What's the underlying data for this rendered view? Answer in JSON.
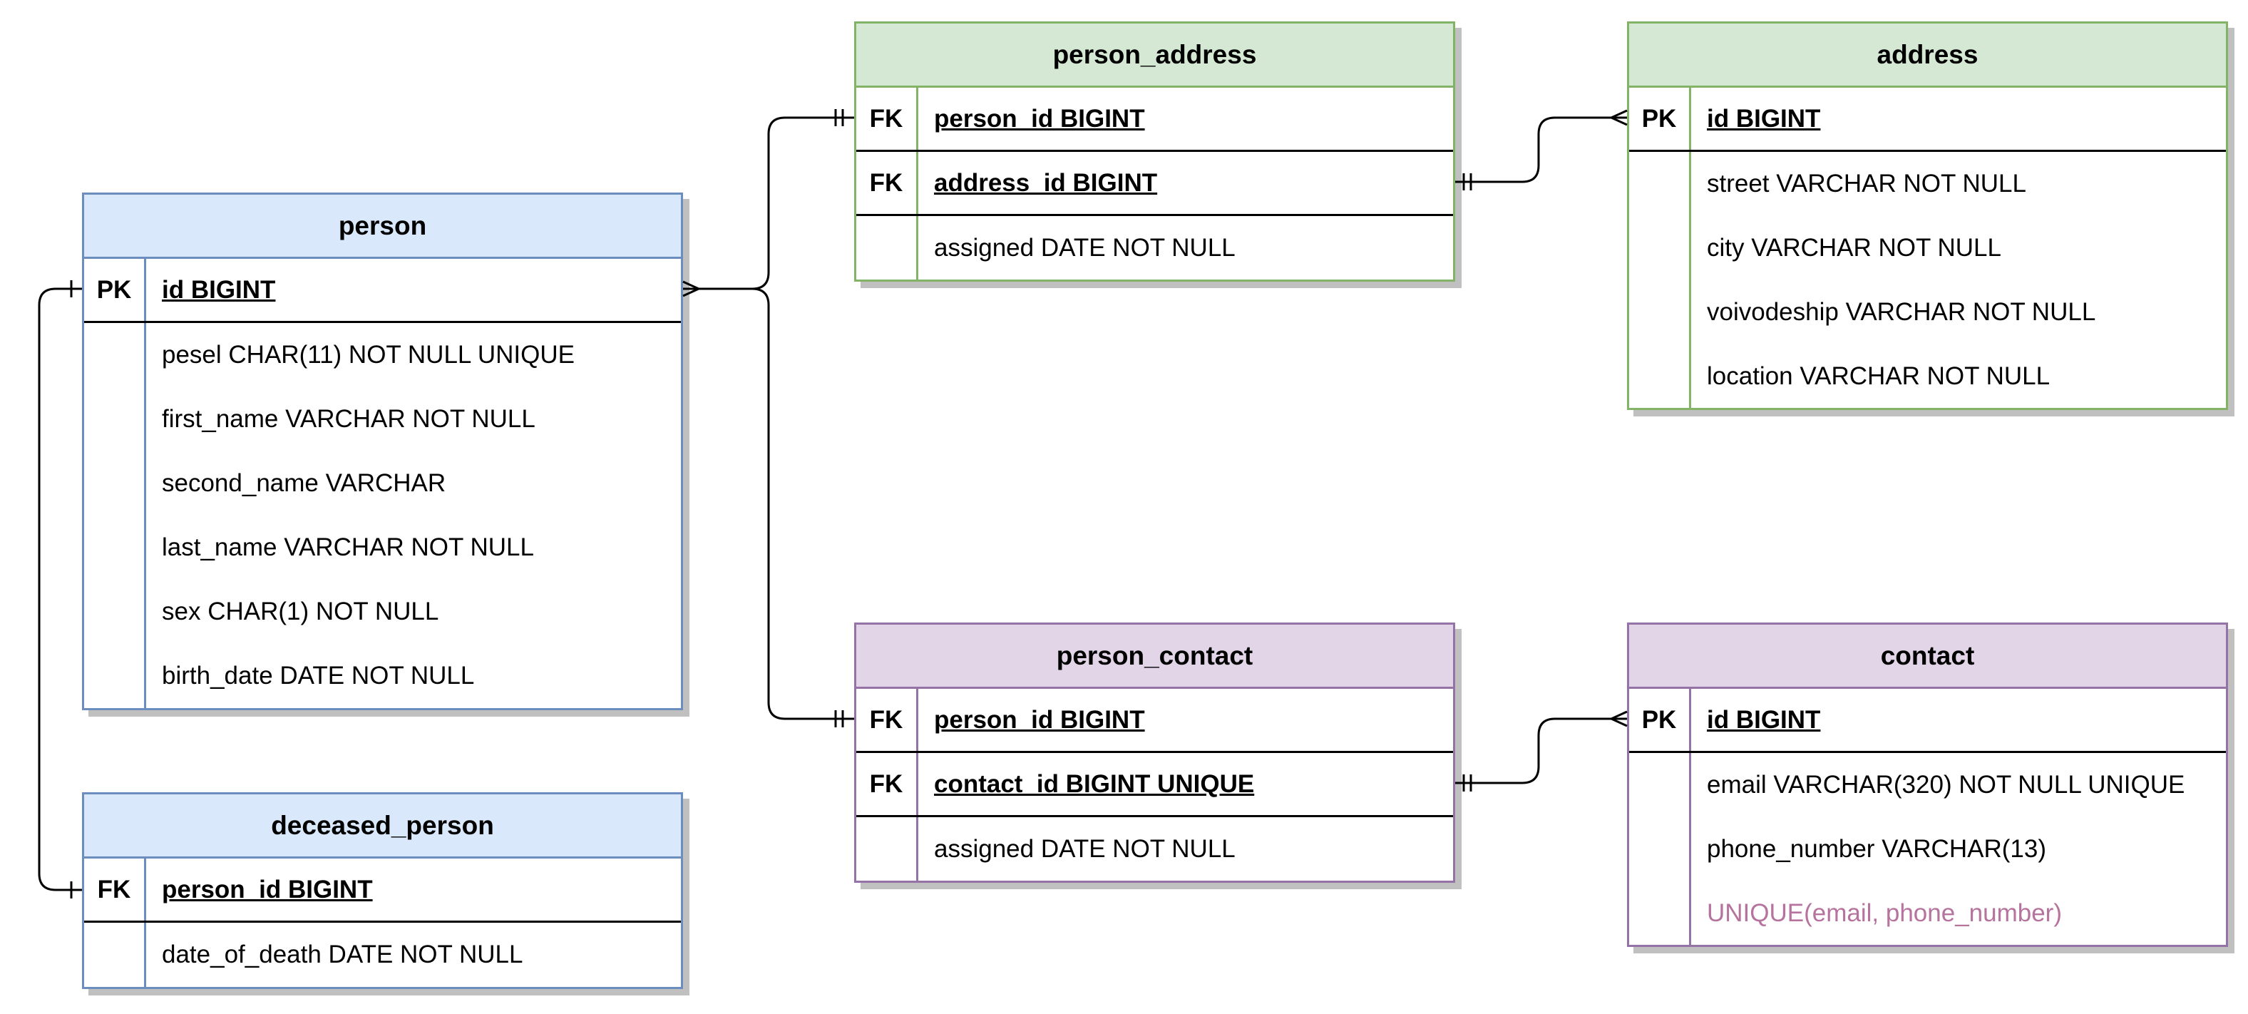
{
  "tables": {
    "person": {
      "title": "person",
      "rows": [
        {
          "key": "PK",
          "field": "id BIGINT"
        },
        {
          "key": "",
          "field": "pesel CHAR(11) NOT NULL UNIQUE"
        },
        {
          "key": "",
          "field": "first_name VARCHAR NOT NULL"
        },
        {
          "key": "",
          "field": "second_name VARCHAR"
        },
        {
          "key": "",
          "field": "last_name VARCHAR NOT NULL"
        },
        {
          "key": "",
          "field": "sex CHAR(1) NOT NULL"
        },
        {
          "key": "",
          "field": "birth_date DATE NOT NULL"
        }
      ]
    },
    "deceased_person": {
      "title": "deceased_person",
      "rows": [
        {
          "key": "FK",
          "field": "person_id BIGINT"
        },
        {
          "key": "",
          "field": "date_of_death DATE NOT NULL"
        }
      ]
    },
    "person_address": {
      "title": "person_address",
      "rows": [
        {
          "key": "FK",
          "field": "person_id BIGINT"
        },
        {
          "key": "FK",
          "field": "address_id BIGINT"
        },
        {
          "key": "",
          "field": "assigned DATE NOT NULL"
        }
      ]
    },
    "address": {
      "title": "address",
      "rows": [
        {
          "key": "PK",
          "field": "id BIGINT"
        },
        {
          "key": "",
          "field": "street VARCHAR NOT NULL"
        },
        {
          "key": "",
          "field": "city VARCHAR NOT NULL"
        },
        {
          "key": "",
          "field": "voivodeship VARCHAR NOT NULL"
        },
        {
          "key": "",
          "field": "location VARCHAR NOT NULL"
        }
      ]
    },
    "person_contact": {
      "title": "person_contact",
      "rows": [
        {
          "key": "FK",
          "field": "person_id BIGINT"
        },
        {
          "key": "FK",
          "field": "contact_id BIGINT UNIQUE"
        },
        {
          "key": "",
          "field": "assigned DATE NOT NULL"
        }
      ]
    },
    "contact": {
      "title": "contact",
      "rows": [
        {
          "key": "PK",
          "field": "id BIGINT"
        },
        {
          "key": "",
          "field": "email VARCHAR(320) NOT NULL UNIQUE"
        },
        {
          "key": "",
          "field": "phone_number VARCHAR(13)"
        },
        {
          "key": "",
          "field": "UNIQUE(email, phone_number)"
        }
      ]
    }
  },
  "relationships": [
    {
      "from": "person.id",
      "to": "person_address.person_id",
      "from_card": "many",
      "to_card": "one-mandatory"
    },
    {
      "from": "person.id",
      "to": "person_contact.person_id",
      "from_card": "many",
      "to_card": "one-mandatory"
    },
    {
      "from": "person.id",
      "to": "deceased_person.person_id",
      "from_card": "one",
      "to_card": "one"
    },
    {
      "from": "person_address.address_id",
      "to": "address.id",
      "from_card": "one-mandatory",
      "to_card": "many"
    },
    {
      "from": "person_contact.contact_id",
      "to": "contact.id",
      "from_card": "one-mandatory",
      "to_card": "many"
    }
  ],
  "colors": {
    "blue_fill": "#dae8fc",
    "blue_stroke": "#6c8ebf",
    "green_fill": "#d5e8d4",
    "green_stroke": "#82b366",
    "purple_fill": "#e1d5e7",
    "purple_stroke": "#9673a6",
    "note_text": "#b5739d"
  }
}
